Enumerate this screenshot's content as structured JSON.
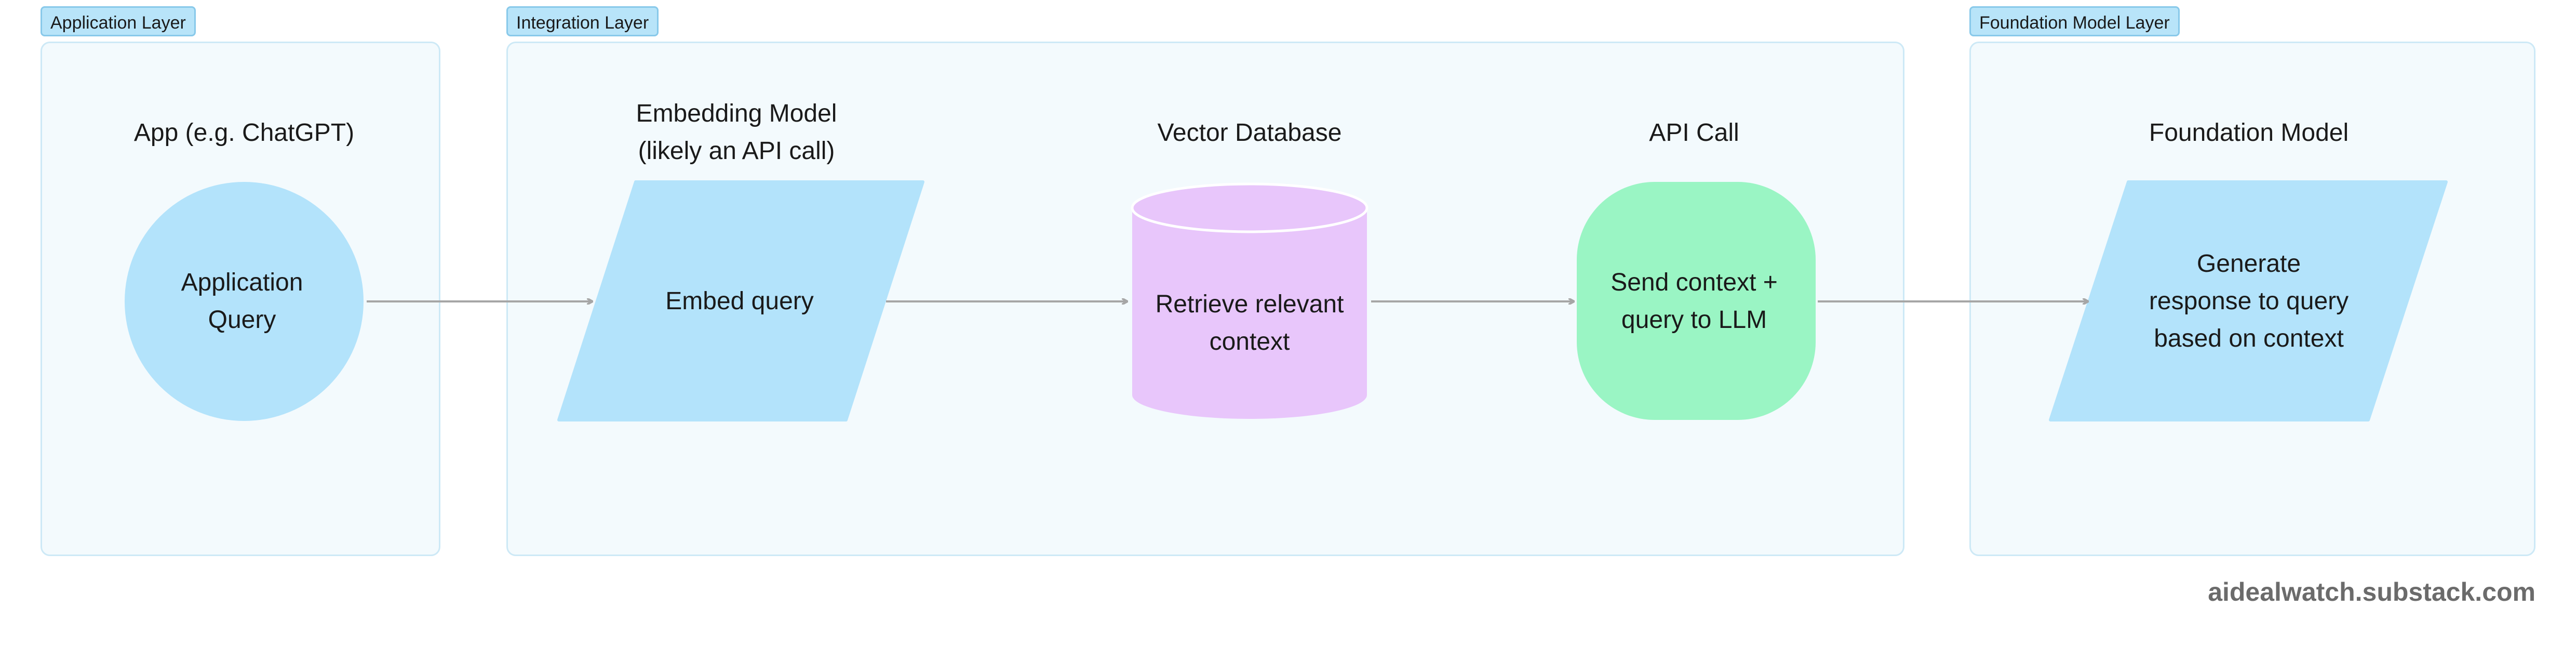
{
  "layers": {
    "application": {
      "label": "Application Layer"
    },
    "integration": {
      "label": "Integration Layer"
    },
    "foundation": {
      "label": "Foundation Model Layer"
    }
  },
  "nodes": {
    "app": {
      "title": "App (e.g. ChatGPT)",
      "label": "Application\nQuery",
      "shape": "circle"
    },
    "embedding": {
      "title": "Embedding Model\n(likely an API call)",
      "label": "Embed query",
      "shape": "parallelogram"
    },
    "vector_db": {
      "title": "Vector Database",
      "label": "Retrieve relevant\ncontext",
      "shape": "cylinder"
    },
    "api_call": {
      "title": "API Call",
      "label": "Send context +\nquery to LLM",
      "shape": "rounded-rectangle"
    },
    "foundation": {
      "title": "Foundation Model",
      "label": "Generate\nresponse to query\nbased on context",
      "shape": "parallelogram"
    }
  },
  "watermark": "aidealwatch.substack.com",
  "colors": {
    "layer_tag_fill": "#b8e4f9",
    "layer_box_fill": "#f3fafd",
    "blue_shape": "#b3e3fb",
    "purple_shape": "#e8c6fb",
    "green_shape": "#9af5c4",
    "arrow": "#a6a6a6"
  }
}
